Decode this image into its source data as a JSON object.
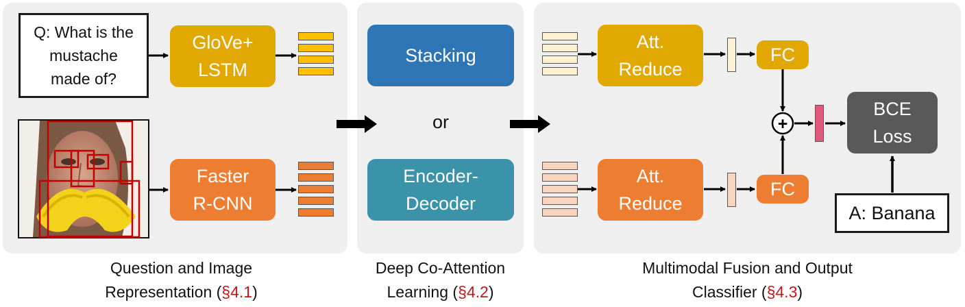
{
  "question": {
    "text": "Q: What is the\nmustache\nmade of?"
  },
  "answer": {
    "text": "A: Banana"
  },
  "representation": {
    "text_encoder": "GloVe+\nLSTM",
    "image_encoder": "Faster\nR-CNN"
  },
  "coattention": {
    "option_a": "Stacking",
    "connector": "or",
    "option_b": "Encoder-\nDecoder"
  },
  "fusion": {
    "att_reduce_top": "Att.\nReduce",
    "att_reduce_bottom": "Att.\nReduce",
    "fc_top": "FC",
    "fc_bottom": "FC",
    "sum_symbol": "+",
    "loss": "BCE\nLoss"
  },
  "captions": {
    "section1": {
      "line1": "Question and Image",
      "line2_prefix": "Representation (",
      "ref": "§4.1",
      "suffix": ")"
    },
    "section2": {
      "line1": "Deep Co-Attention",
      "line2_prefix": "Learning (",
      "ref": "§4.2",
      "suffix": ")"
    },
    "section3": {
      "line1": "Multimodal Fusion and Output",
      "line2_prefix": "Classifier (",
      "ref": "§4.3",
      "suffix": ")"
    }
  },
  "colors": {
    "text_feature": "#ffc000",
    "image_feature": "#ed7d31",
    "stacking": "#2e75b6",
    "encoder_decoder": "#3a93a8",
    "att_reduce": "#ed7d31",
    "fc": "#ed7d31",
    "fused_vector": "#e05a7b",
    "loss": "#595959",
    "reference": "#c0171c"
  }
}
